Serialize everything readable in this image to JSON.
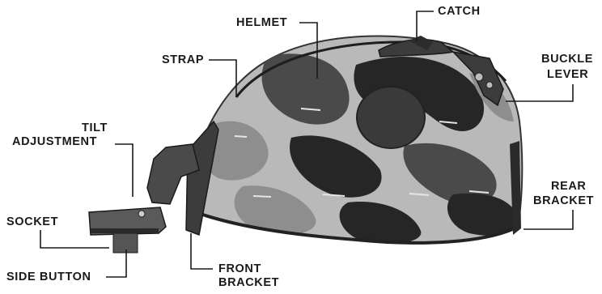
{
  "labels": {
    "catch": "CATCH",
    "helmet": "HELMET",
    "strap": "STRAP",
    "buckle_lever": [
      "BUCKLE",
      "LEVER"
    ],
    "tilt_adjustment": [
      "TILT",
      "ADJUSTMENT"
    ],
    "rear_bracket": [
      "REAR",
      "BRACKET"
    ],
    "socket": "SOCKET",
    "side_button": "SIDE BUTTON",
    "front_bracket": [
      "FRONT",
      "BRACKET"
    ]
  },
  "colors": {
    "leader_line": "#1a1a1a",
    "label_text": "#1a1a1a",
    "camo_light": "#b9b9b9",
    "camo_mid": "#8e8e8e",
    "camo_dark": "#4a4a4a",
    "camo_black": "#262626",
    "mount_metal": "#3c3c3c"
  }
}
